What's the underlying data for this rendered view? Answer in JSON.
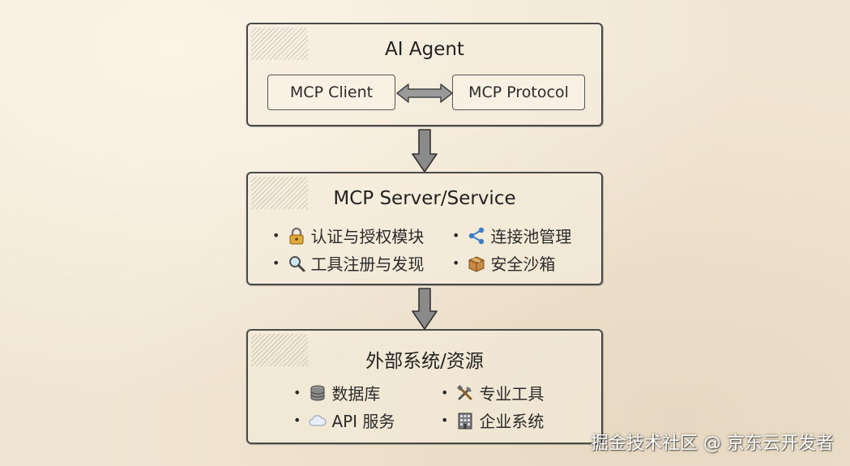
{
  "agent": {
    "title": "AI Agent",
    "client_label": "MCP Client",
    "protocol_label": "MCP Protocol"
  },
  "server": {
    "title": "MCP Server/Service",
    "items": [
      {
        "label": "认证与授权模块",
        "icon": "lock-icon"
      },
      {
        "label": "连接池管理",
        "icon": "share-nodes-icon"
      },
      {
        "label": "工具注册与发现",
        "icon": "magnifier-icon"
      },
      {
        "label": "安全沙箱",
        "icon": "package-icon"
      }
    ]
  },
  "external": {
    "title": "外部系统/资源",
    "items": [
      {
        "label": "数据库",
        "icon": "database-icon"
      },
      {
        "label": "专业工具",
        "icon": "tools-icon"
      },
      {
        "label": "API 服务",
        "icon": "api-cloud-icon"
      },
      {
        "label": "企业系统",
        "icon": "building-icon"
      }
    ]
  },
  "bullet": "•",
  "watermark": "掘金技术社区 @ 京东云开发者",
  "colors": {
    "paper": "#f1e6d3",
    "ink": "#4a4a4a",
    "arrow_fill": "#8a8a8a"
  }
}
